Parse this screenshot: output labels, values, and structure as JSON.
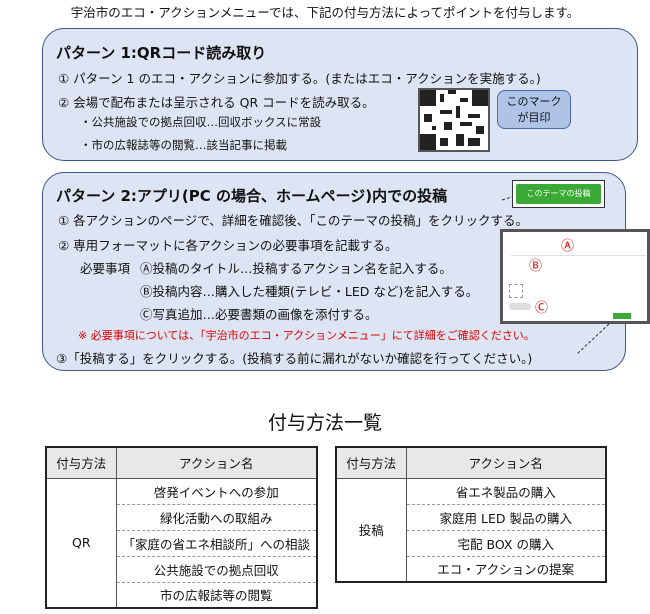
{
  "intro": "宇治市のエコ・アクションメニューでは、下記の付与方法によってポイントを付与します。",
  "pattern1": {
    "title": "パターン 1:QRコード読み取り",
    "step1": "① パターン 1 のエコ・アクションに参加する。(またはエコ・アクションを実施する。)",
    "step2": "② 会場で配布または呈示される QR コードを読み取る。",
    "bullet1": "・公共施設での拠点回収…回収ボックスに常設",
    "bullet2": "・市の広報誌等の閲覧…該当記事に掲載",
    "bubble_line1": "このマーク",
    "bubble_line2": "が目印"
  },
  "pattern2": {
    "title": "パターン 2:アプリ(PC の場合、ホームページ)内での投稿",
    "step1": "① 各アクションのページで、詳細を確認後、「このテーマの投稿」をクリックする。",
    "step2": "② 専用フォーマットに各アクションの必要事項を記載する。",
    "req_label": "必要事項",
    "req_a": "Ⓐ投稿のタイトル…投稿するアクション名を記入する。",
    "req_b": "Ⓑ投稿内容…購入した種類(テレビ・LED など)を記入する。",
    "req_c": "Ⓒ写真追加…必要書類の画像を添付する。",
    "note": "※ 必要事項については、「宇治市のエコ・アクションメニュー」にて詳細をご確認ください。",
    "step3": "③「投稿する」をクリックする。(投稿する前に漏れがないか確認を行ってください。)",
    "button_label": "このテーマの投稿",
    "mark_a": "Ⓐ",
    "mark_b": "Ⓑ",
    "mark_c": "Ⓒ"
  },
  "list_title": "付与方法一覧",
  "table_left": {
    "headers": [
      "付与方法",
      "アクション名"
    ],
    "method": "QR",
    "rows": [
      "啓発イベントへの参加",
      "緑化活動への取組み",
      "「家庭の省エネ相談所」への相談",
      "公共施設での拠点回収",
      "市の広報誌等の閲覧"
    ]
  },
  "table_right": {
    "headers": [
      "付与方法",
      "アクション名"
    ],
    "method": "投稿",
    "rows": [
      "省エネ製品の購入",
      "家庭用 LED 製品の購入",
      "宅配 BOX の購入",
      "エコ・アクションの提案"
    ]
  }
}
